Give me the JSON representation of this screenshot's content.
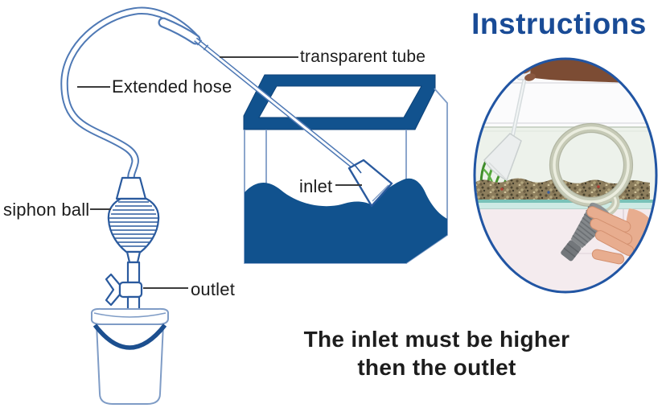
{
  "header": {
    "title": "Instructions"
  },
  "diagram": {
    "labels": {
      "transparent_tube": "transparent tube",
      "extended_hose": "Extended hose",
      "siphon_ball": "siphon ball",
      "outlet": "outlet",
      "inlet": "inlet"
    }
  },
  "caption": {
    "line1": "The inlet must be higher",
    "line2": "then the outlet"
  },
  "colors": {
    "deep_blue_fill": "#11528e",
    "device_outline_blue": "#2a5a9e",
    "hose_outline_blue": "#4f79b5",
    "glass_outline_blue": "#7f9cc6",
    "bucket_handle_blue": "#1c4f8f",
    "title_blue": "#194b96",
    "leader_line_gray": "#3c3c3c",
    "caption_black": "#1d1d1d",
    "photo_border_blue": "#2155a3"
  }
}
